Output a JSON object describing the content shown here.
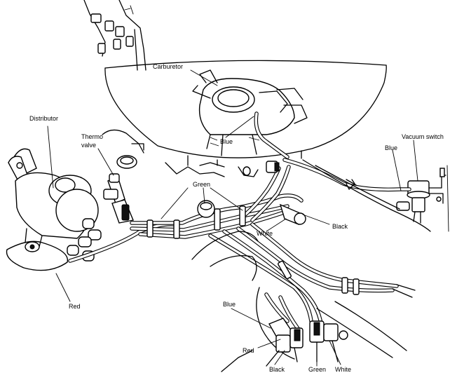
{
  "labels": {
    "carburetor": "Carburetor",
    "distributor": "Distributor",
    "thermo_valve_line1": "Thermo",
    "thermo_valve_line2": "valve",
    "blue_top": "Blue",
    "vacuum_switch": "Vacuum switch",
    "blue_right": "Blue",
    "green_top": "Green",
    "white_mid": "White",
    "black_mid": "Black",
    "red_left": "Red",
    "blue_bottom": "Blue",
    "red_bottom": "Red",
    "black_bottom": "Black",
    "green_bottom": "Green",
    "white_bottom": "White"
  }
}
